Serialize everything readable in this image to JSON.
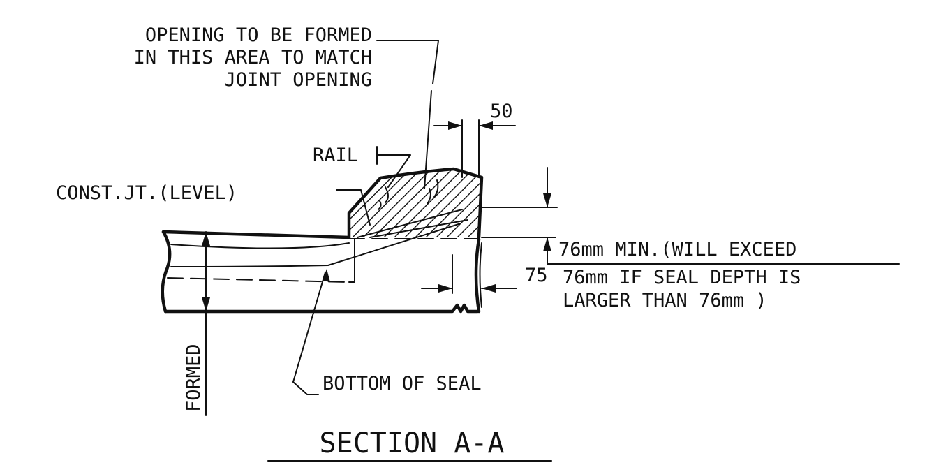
{
  "labels": {
    "opening_note_1": "OPENING TO BE FORMED",
    "opening_note_2": "IN THIS AREA TO MATCH",
    "opening_note_3": "JOINT OPENING",
    "dim_50": "50",
    "rail": "RAIL",
    "const_jt": "CONST.JT.(LEVEL)",
    "depth_note_1": "76mm MIN.(WILL EXCEED",
    "depth_note_2": "76mm IF SEAL DEPTH IS",
    "depth_note_3": "LARGER THAN 76mm )",
    "dim_75": "75",
    "formed": "FORMED",
    "bottom_of_seal": "BOTTOM OF SEAL",
    "section_title": "SECTION A-A"
  },
  "colors": {
    "ink": "#111111",
    "paper": "#ffffff"
  }
}
